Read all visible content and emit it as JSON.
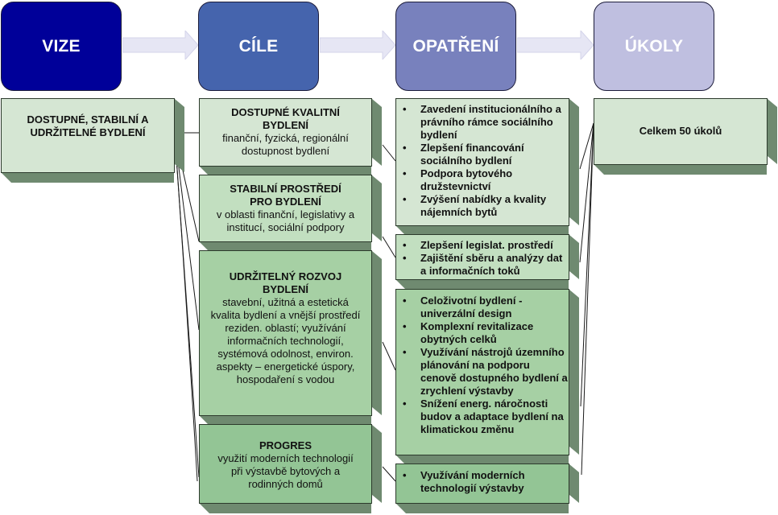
{
  "colors": {
    "vize": "#000099",
    "cile": "#4564ad",
    "opatreni": "#7881bd",
    "ukoly": "#bfbfe0",
    "arrow": "#e6e6f4",
    "box_light": "#d5e6d3",
    "box_mid": "#c2dfc0",
    "box_dark": "#a6d0a4",
    "box_darker": "#93c595"
  },
  "headers": [
    {
      "label": "VIZE"
    },
    {
      "label": "CÍLE"
    },
    {
      "label": "OPATŘENÍ"
    },
    {
      "label": "ÚKOLY"
    }
  ],
  "vision": {
    "title": "DOSTUPNÉ, STABILNÍ A UDRŽITELNÉ BYDLENÍ"
  },
  "goals": [
    {
      "title": "DOSTUPNÉ KVALITNÍ BYDLENÍ",
      "text": "finanční, fyzická, regionální dostupnost bydlení"
    },
    {
      "title": "STABILNÍ PROSTŘEDÍ PRO BYDLENÍ",
      "text": "v oblasti finanční, legislativy a institucí, sociální podpory"
    },
    {
      "title": "UDRŽITELNÝ ROZVOJ BYDLENÍ",
      "text": "stavební, užitná a estetická kvalita bydlení a vnější prostředí reziden. oblastí; využívání informačních technologií, systémová odolnost, environ. aspekty – energetické úspory, hospodaření s vodou"
    },
    {
      "title": "PROGRES",
      "text": "využití moderních technologií při výstavbě bytových a rodinných domů"
    }
  ],
  "measures": [
    {
      "items": [
        "Zavedení institucionálního a právního rámce sociálního bydlení",
        "Zlepšení financování sociálního bydlení",
        "Podpora bytového družstevnictví",
        "Zvýšení nabídky a kvality nájemních bytů"
      ]
    },
    {
      "items": [
        "Zlepšení legislat. prostředí",
        "Zajištění sběru a analýzy dat a informačních toků"
      ]
    },
    {
      "items": [
        "Celoživotní bydlení - univerzální design",
        "Komplexní revitalizace obytných celků",
        "Využívání nástrojů územního plánování na podporu cenově dostupného bydlení a zrychlení výstavby",
        "Snížení energ. náročnosti budov a adaptace bydlení na klimatickou změnu"
      ]
    },
    {
      "items": [
        "Využívání moderních technologií výstavby"
      ]
    }
  ],
  "tasks": {
    "text": "Celkem 50 úkolů"
  }
}
